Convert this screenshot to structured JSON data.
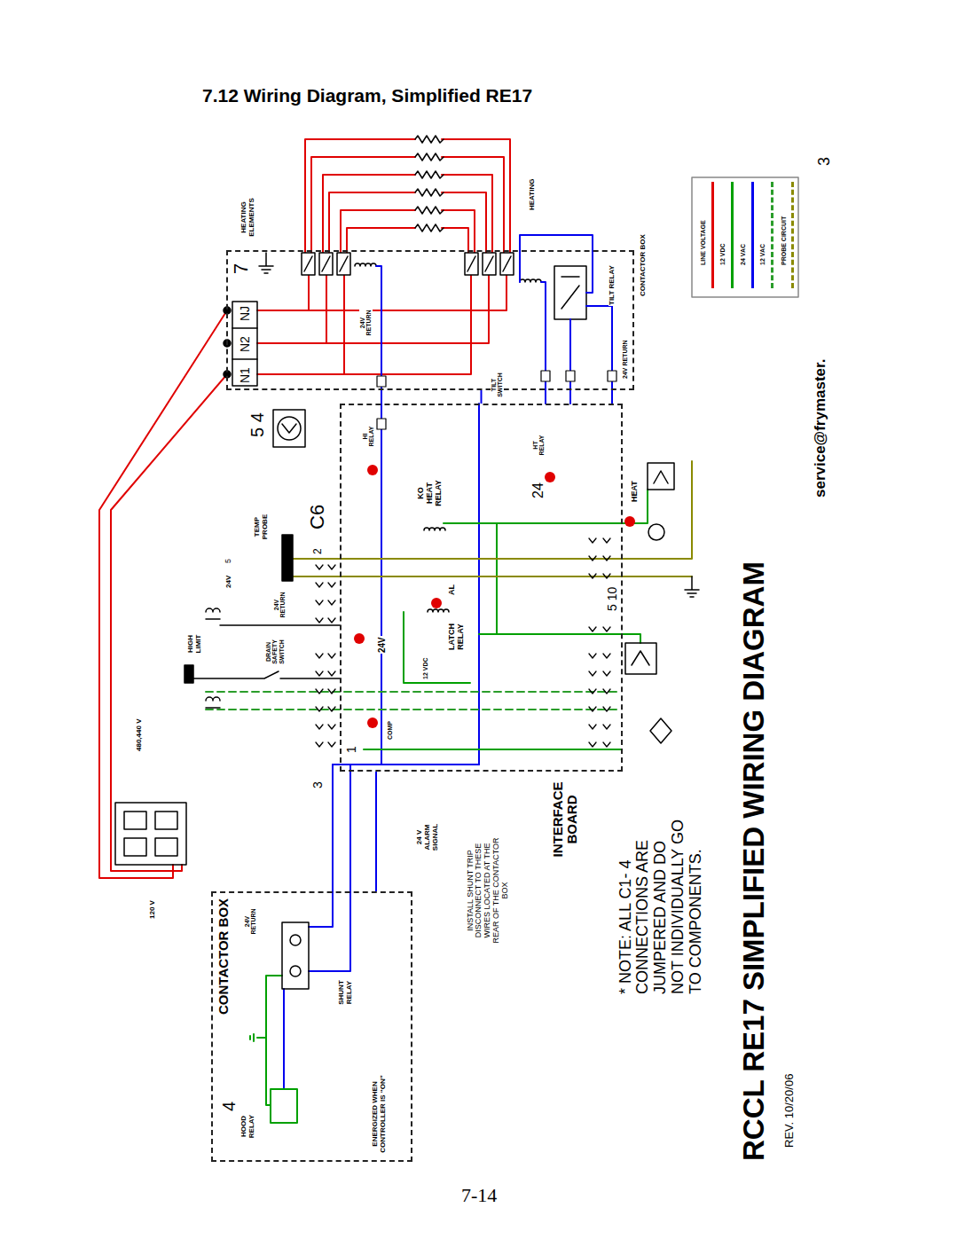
{
  "diagram": {
    "title": "7.12 Wiring Diagram, Simplified RE17",
    "nodes": [
      {
        "text": [
          "CONTACTOR BOX"
        ]
      },
      {
        "text": [
          "INTERFACE BOARD"
        ]
      },
      {
        "text": [
          "CONTACTOR BOX"
        ]
      }
    ],
    "edges": [
      {
        "from": 0,
        "to": 1,
        "arrow": "none"
      },
      {
        "from": 1,
        "to": 2,
        "arrow": "none"
      }
    ],
    "labels": [
      "HEATING ELEMENTS",
      "HEATING",
      "7",
      "N1",
      "N2",
      "NJ",
      "24V RETURN",
      "5 4",
      "TEMP PROBE",
      "C6",
      "2",
      "HIGH LIMIT",
      "24V",
      "5",
      "DRAIN SAFETY SWITCH",
      "24V RETURN",
      "480,440 V",
      "120 V",
      "HI RELAY",
      "KO HEAT RELAY",
      "AL",
      "24V",
      "LATCH RELAY",
      "12 VDC",
      "COMP",
      "1",
      "3",
      "TILT SWITCH",
      "HT RELAY",
      "24",
      "HEAT",
      "5 10",
      "TILT RELAY",
      "24V RETURN",
      "24V RETURN",
      "4",
      "SHUNT RELAY",
      "HOOD RELAY",
      "ENERGIZED WHEN CONTROLLER IS “ON”",
      "24 V ALARM SIGNAL",
      "INSTALL SHUNT TRIP DISCONNECT TO THESE WIRES LOCATED AT THE REAR OF THE CONTACTOR BOX",
      "* NOTE: ALL C1- 4 CONNECTIONS ARE JUMPERED AND DO NOT INDIVIDUALLY GO TO COMPONENTS.",
      "RCCL RE17 SIMPLIFIED WIRING DIAGRAM",
      "REV. 10/20/06",
      "service@frymaster.",
      "3",
      "7-14"
    ],
    "legend": [
      {
        "text": "LINE VOLTAGE",
        "color": "#e00000"
      },
      {
        "text": "12 VDC",
        "color": "#00a000"
      },
      {
        "text": "24 VAC",
        "color": "#0000ee"
      },
      {
        "text": "12 VAC"
      },
      {
        "text": "PROBE CIRCUIT"
      }
    ]
  }
}
